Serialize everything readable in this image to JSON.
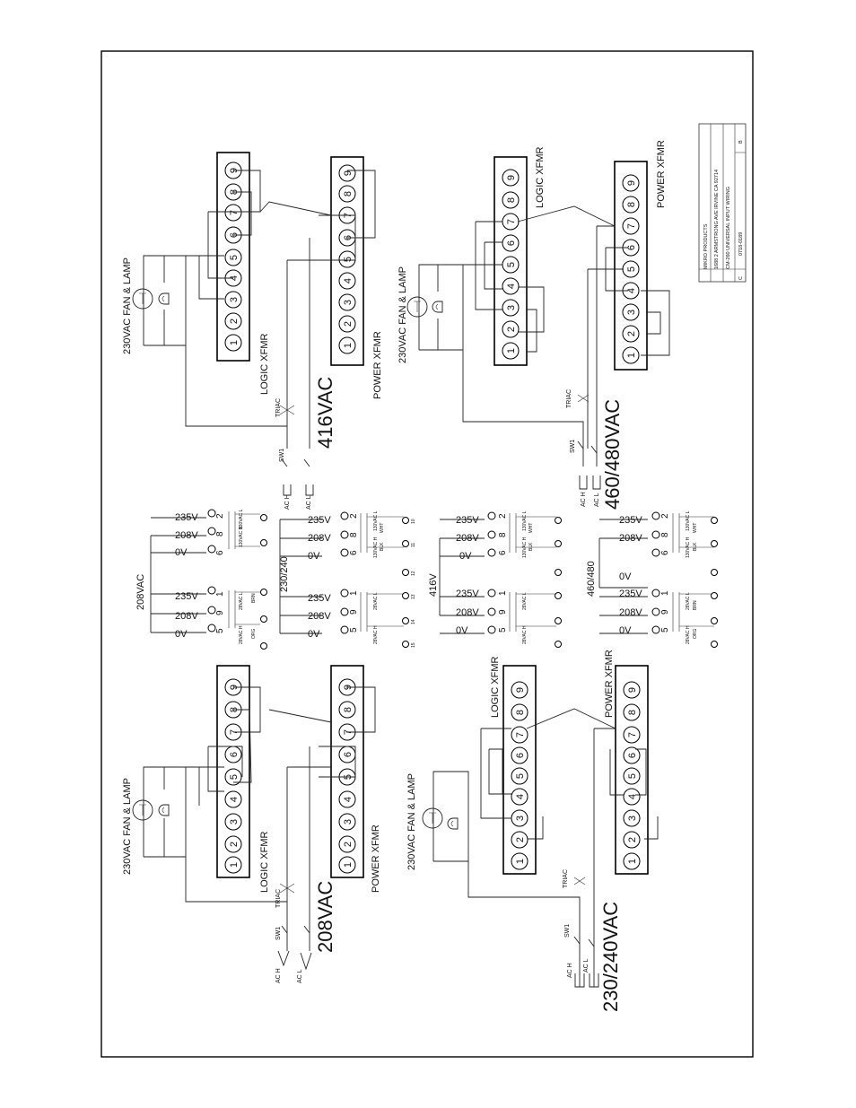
{
  "panels": [
    {
      "id": "p208",
      "voltage": "208VAC",
      "fan_lamp": "230VAC FAN & LAMP",
      "logic_label": "LOGIC XFMR",
      "power_label": "POWER XFMR",
      "triac": "TRIAC",
      "switch": "SW1",
      "ac_h": "AC H",
      "ac_l": "AC L"
    },
    {
      "id": "p230",
      "voltage": "230/240VAC",
      "fan_lamp": "230VAC FAN & LAMP",
      "logic_label": "LOGIC XFMR",
      "power_label": "POWER XFMR",
      "triac": "TRIAC",
      "switch": "SW1",
      "ac_h": "AC H",
      "ac_l": "AC L"
    },
    {
      "id": "p416",
      "voltage": "416VAC",
      "fan_lamp": "230VAC FAN & LAMP",
      "logic_label": "LOGIC XFMR",
      "power_label": "POWER XFMR",
      "triac": "TRIAC",
      "switch": "SW1",
      "ac_h": "AC H",
      "ac_l": "AC L"
    },
    {
      "id": "p460",
      "voltage": "460/480VAC",
      "fan_lamp": "230VAC FAN & LAMP",
      "logic_label": "LOGIC XFMR",
      "power_label": "POWER XFMR",
      "triac": "TRIAC",
      "switch": "SW1",
      "ac_h": "AC H",
      "ac_l": "AC L"
    }
  ],
  "terminals": [
    "1",
    "2",
    "3",
    "4",
    "5",
    "6",
    "7",
    "8",
    "9"
  ],
  "taps": {
    "groups": [
      "208VAC",
      "230/240",
      "416V",
      "460/480"
    ],
    "v235": "235V",
    "v208": "208V",
    "v0": "0V",
    "pins": [
      "5",
      "9",
      "1",
      "6",
      "8",
      "2"
    ],
    "sec_logic_l": "130VAC L",
    "sec_logic_h": "130VAC H",
    "sec_power_l": "28VAC L",
    "sec_power_h": "28VAC H",
    "wht": "WHT",
    "blk": "BLK",
    "brn": "BRN",
    "org": "ORG",
    "sec_pins": [
      "10",
      "11",
      "12",
      "13",
      "14",
      "15"
    ]
  },
  "title_block": {
    "company": "MIKRO PRODUCTS",
    "address": "1688 2 ARMSTRONG AVE IRVINE CA 92714",
    "drawing_title": "CM-260 UNIVERSAL INPUT WIRING",
    "drawing_no": "0718-0189",
    "rev": "C",
    "size": "B"
  },
  "colors": {
    "ink": "#111111",
    "paper": "#ffffff"
  }
}
